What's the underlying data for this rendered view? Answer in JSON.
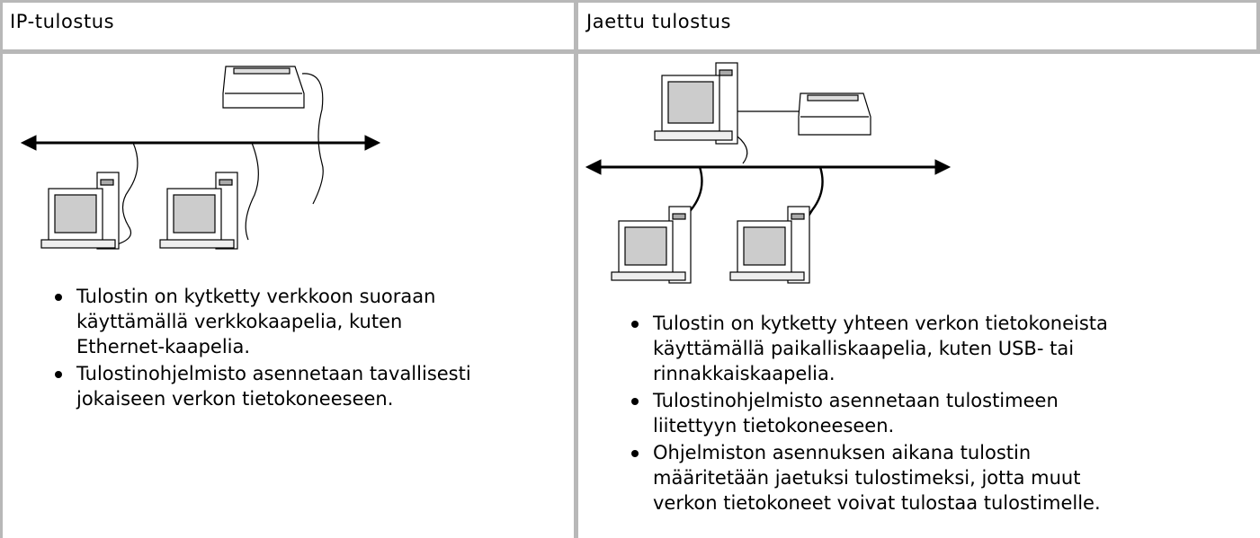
{
  "table": {
    "headers": [
      "IP-tulostus",
      "Jaettu tulostus"
    ],
    "columns": [
      {
        "diagram_icon": "network-printer-diagram-icon",
        "bullets": [
          [
            "Tulostin on kytketty verkkoon suoraan",
            "käyttämällä verkkokaapelia, kuten",
            "Ethernet-kaapelia."
          ],
          [
            "Tulostinohjelmisto asennetaan tavallisesti",
            "jokaiseen verkon tietokoneeseen."
          ]
        ]
      },
      {
        "diagram_icon": "shared-printer-diagram-icon",
        "bullets": [
          [
            "Tulostin on kytketty yhteen verkon tietokoneista",
            "käyttämällä paikalliskaapelia, kuten USB- tai",
            "rinnakkaiskaapelia."
          ],
          [
            "Tulostinohjelmisto asennetaan tulostimeen",
            "liitettyyn tietokoneeseen."
          ],
          [
            "Ohjelmiston asennuksen aikana tulostin",
            "määritetään jaetuksi tulostimeksi, jotta muut",
            "verkon tietokoneet voivat tulostaa tulostimelle."
          ]
        ]
      }
    ]
  }
}
